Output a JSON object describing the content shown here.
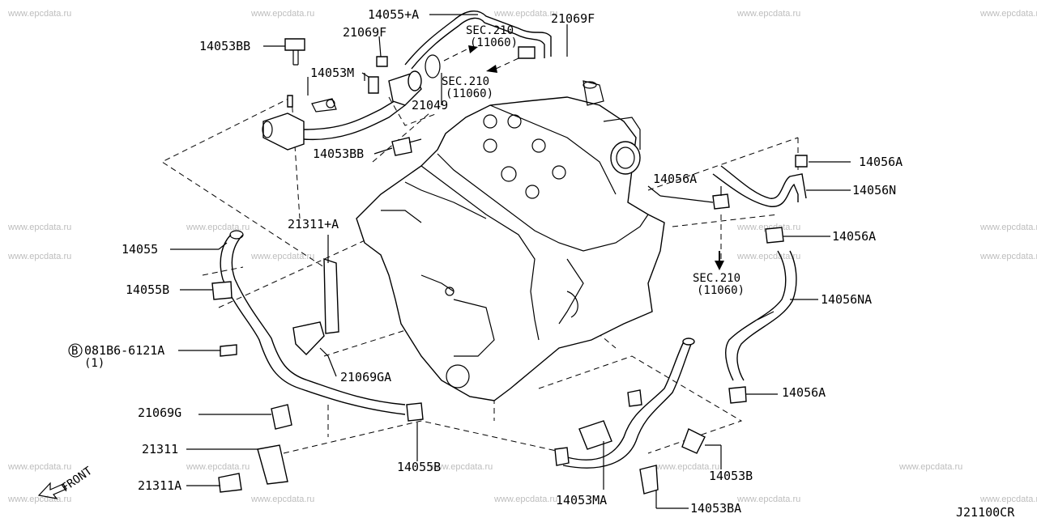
{
  "watermark": "www.epcdata.ru",
  "diagram_code": "J21100CR",
  "front_label": "FRONT",
  "labels": {
    "p14055A": "14055+A",
    "p21069F_top": "21069F",
    "p21069F_left": "21069F",
    "p14053BB_top": "14053BB",
    "p14053M": "14053M",
    "sec210_top": "SEC.210",
    "sec210_top_ref": "(11060)",
    "sec210_mid": "SEC.210",
    "sec210_mid_ref": "(11060)",
    "p21049": "21049",
    "p14053BB_mid": "14053BB",
    "p14056A_1": "14056A",
    "p14056N": "14056N",
    "p14056A_2": "14056A",
    "p21311A_top": "21311+A",
    "p14056A_3": "14056A",
    "p14055": "14055",
    "sec210_low": "SEC.210",
    "sec210_low_ref": "(11060)",
    "p14055B": "14055B",
    "p14056NA": "14056NA",
    "bolt_code": "081B6-6121A",
    "bolt_qty": "(1)",
    "bolt_prefix": "B",
    "p21069GA": "21069GA",
    "p14056A_4": "14056A",
    "p21069G": "21069G",
    "p14053B": "14053B",
    "p21311": "21311",
    "p14055B_low": "14055B",
    "p21311A": "21311A",
    "p14053MA": "14053MA",
    "p14053BA": "14053BA"
  }
}
